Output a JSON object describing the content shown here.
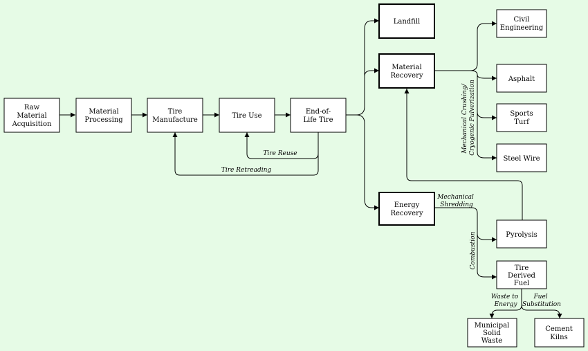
{
  "nodes": {
    "raw_material": [
      "Raw",
      "Material",
      "Acquisition"
    ],
    "material_processing": [
      "Material",
      "Processing"
    ],
    "tire_manufacture": [
      "Tire",
      "Manufacture"
    ],
    "tire_use": [
      "Tire Use"
    ],
    "end_of_life": [
      "End-of-",
      "Life Tire"
    ],
    "landfill": [
      "Landfill"
    ],
    "material_recovery": [
      "Material",
      "Recovery"
    ],
    "energy_recovery": [
      "Energy",
      "Recovery"
    ],
    "civil_engineering": [
      "Civil",
      "Engineering"
    ],
    "asphalt": [
      "Asphalt"
    ],
    "sports_turf": [
      "Sports",
      "Turf"
    ],
    "steel_wire": [
      "Steel Wire"
    ],
    "pyrolysis": [
      "Pyrolysis"
    ],
    "tire_derived_fuel": [
      "Tire",
      "Derived",
      "Fuel"
    ],
    "municipal_solid_waste": [
      "Municipal",
      "Solid",
      "Waste"
    ],
    "cement_kilns": [
      "Cement",
      "Kilns"
    ]
  },
  "edge_labels": {
    "tire_reuse": [
      "Tire Reuse"
    ],
    "tire_retreading": [
      "Tire Retreading"
    ],
    "mechanical_crushing": [
      "Mechanical Crushing/",
      "Cryogenic Pulverization"
    ],
    "mechanical_shredding": [
      "Mechanical",
      "Shredding"
    ],
    "combustion": [
      "Combustion"
    ],
    "waste_to_energy": [
      "Waste to",
      "Energy"
    ],
    "fuel_substitution": [
      "Fuel",
      "Substitution"
    ]
  }
}
